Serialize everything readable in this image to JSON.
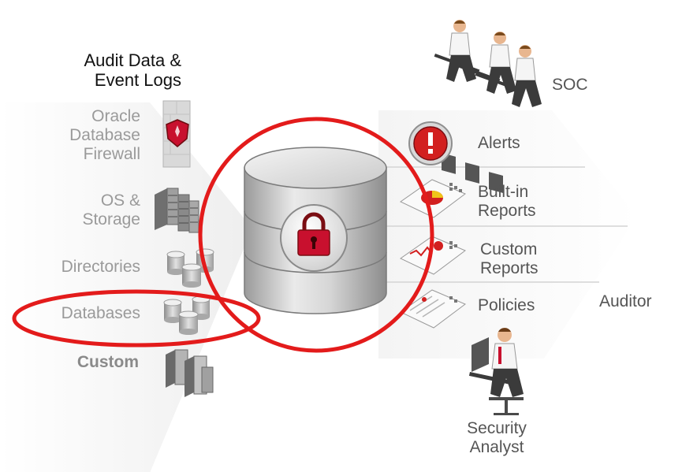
{
  "header": {
    "line1": "Audit Data &",
    "line2": "Event Logs"
  },
  "sources": {
    "firewall": {
      "line1": "Oracle",
      "line2": "Database",
      "line3": "Firewall",
      "icon": "firewall-shield-icon"
    },
    "os_storage": {
      "line1": "OS &",
      "line2": "Storage",
      "icon": "server-rack-icon"
    },
    "directories": {
      "label": "Directories",
      "icon": "database-cluster-icon"
    },
    "databases": {
      "label": "Databases",
      "icon": "database-cluster-icon"
    },
    "custom": {
      "label": "Custom",
      "icon": "server-tower-icon"
    }
  },
  "outputs": {
    "soc": {
      "label": "SOC",
      "icon": "operators-at-desks-icon"
    },
    "alerts": {
      "label": "Alerts",
      "icon": "alert-exclamation-icon"
    },
    "builtin": {
      "line1": "Built-in",
      "line2": "Reports",
      "icon": "report-chart-icon"
    },
    "custom": {
      "line1": "Custom",
      "line2": "Reports",
      "icon": "report-chart-icon"
    },
    "policies": {
      "label": "Policies",
      "icon": "policy-document-icon"
    },
    "auditor": {
      "label": "Auditor"
    },
    "analyst": {
      "line1": "Security",
      "line2": "Analyst",
      "icon": "analyst-at-desk-icon"
    }
  },
  "colors": {
    "highlight": "#e31b1b",
    "lock": "#c8102e",
    "arrow": "#e9e9e9",
    "alert": "#d21f1f"
  }
}
